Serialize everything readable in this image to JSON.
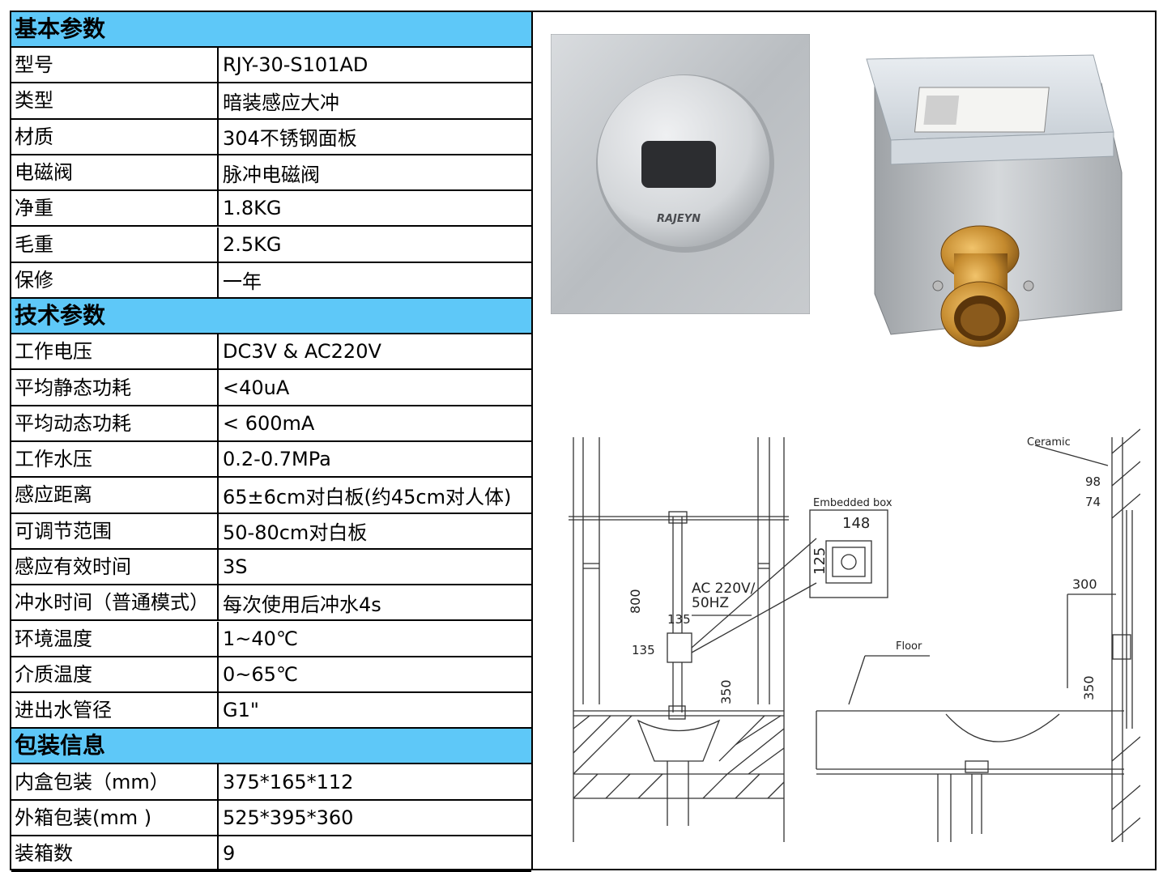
{
  "sections": [
    {
      "title": "基本参数",
      "rows": [
        {
          "label": "型号",
          "value": "RJY-30-S101AD"
        },
        {
          "label": "类型",
          "value": "暗装感应大冲"
        },
        {
          "label": "材质",
          "value": "304不锈钢面板"
        },
        {
          "label": "电磁阀",
          "value": "脉冲电磁阀"
        },
        {
          "label": "净重",
          "value": "1.8KG"
        },
        {
          "label": "毛重",
          "value": "2.5KG"
        },
        {
          "label": "保修",
          "value": "一年"
        }
      ]
    },
    {
      "title": "技术参数",
      "rows": [
        {
          "label": "工作电压",
          "value": "DC3V & AC220V"
        },
        {
          "label": "平均静态功耗",
          "value": "<40uA"
        },
        {
          "label": "平均动态功耗",
          "value": " < 600mA"
        },
        {
          "label": "工作水压",
          "value": "0.2-0.7MPa"
        },
        {
          "label": "感应距离",
          "value": "65±6cm对白板(约45cm对人体)"
        },
        {
          "label": "可调节范围",
          "value": "50-80cm对白板"
        },
        {
          "label": "感应有效时间",
          "value": "3S"
        },
        {
          "label": "冲水时间（普通模式）",
          "value": "每次使用后冲水4s"
        },
        {
          "label": "环境温度",
          "value": "1~40℃"
        },
        {
          "label": "介质温度",
          "value": "0~65℃"
        },
        {
          "label": "进出水管径",
          "value": "G1\""
        }
      ]
    },
    {
      "title": "包装信息",
      "rows": [
        {
          "label": "内盒包装（mm）",
          "value": "375*165*112"
        },
        {
          "label": "外箱包装(mm )",
          "value": "525*395*360"
        },
        {
          "label": "装箱数",
          "value": "9"
        }
      ]
    }
  ],
  "images": {
    "panel_brand": "RAJEYN"
  },
  "drawing": {
    "embedded_box": "Embedded box",
    "box_width": "148",
    "box_height": "125",
    "power": "AC 220V/",
    "power2": "50HZ",
    "dim_800": "800",
    "dim_135a": "135",
    "dim_135b": "135",
    "dim_350_left": "350",
    "ceramic": "Ceramic",
    "dim_98": "98",
    "dim_74": "74",
    "dim_300": "300",
    "floor": "Floor",
    "dim_350_right": "350"
  },
  "colors": {
    "section_bg": "#5ec8f8"
  }
}
